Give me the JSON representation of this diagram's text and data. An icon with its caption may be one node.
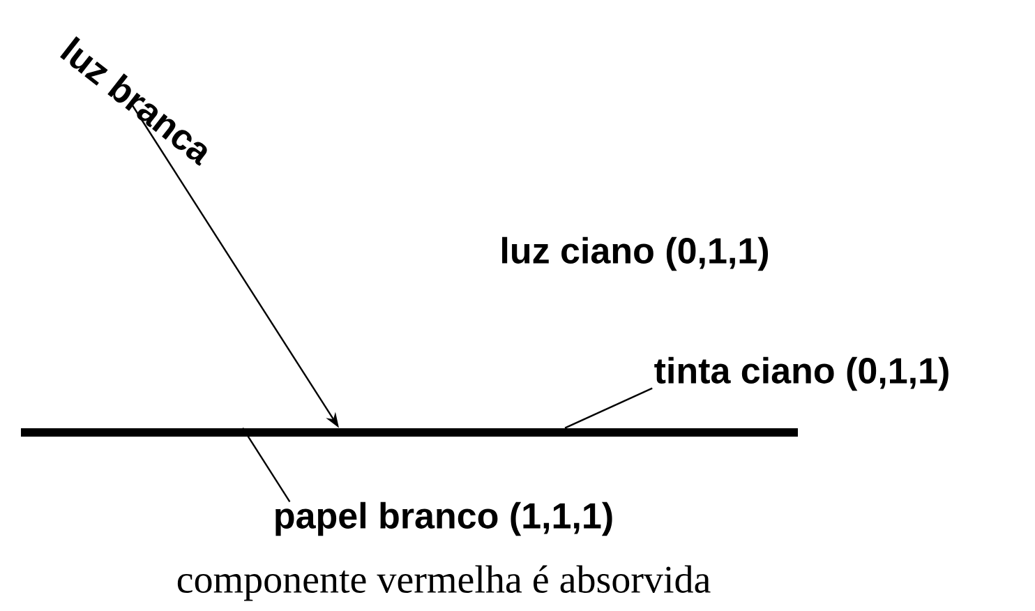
{
  "diagram": {
    "nodes": [
      {
        "text": [
          "luz branca"
        ]
      },
      {
        "text": [],
        "shape": "bar"
      },
      {
        "text": [
          "tinta ciano (0,1,1)"
        ]
      },
      {
        "text": [
          "papel branco (1,1,1)"
        ]
      }
    ],
    "edges": [
      {
        "from": 0,
        "to": 1,
        "arrow": "to"
      },
      {
        "from": 2,
        "to": 1,
        "arrow": "none"
      },
      {
        "from": 3,
        "to": 1,
        "arrow": "none"
      }
    ],
    "labels": [
      "luz ciano (0,1,1)",
      "componente vermelha é absorvida"
    ]
  }
}
